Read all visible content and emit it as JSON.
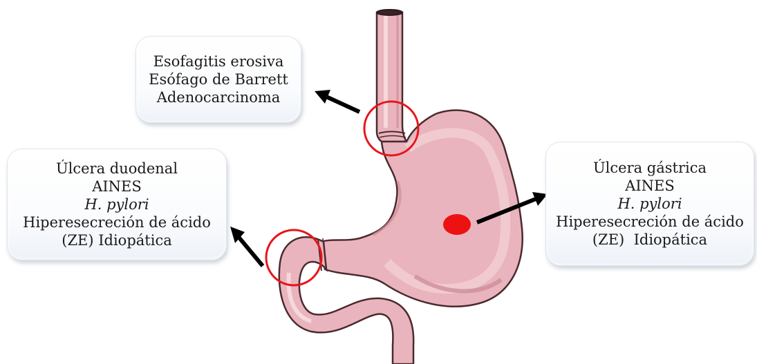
{
  "esophagus_box": {
    "lines": [
      "Esofagitis erosiva",
      "Esófago de Barrett",
      "Adenocarcinoma"
    ]
  },
  "duodenal_box": {
    "lines": [
      "Úlcera duodenal",
      "AINES",
      "H. pylori",
      "Hiperesecreción de ácido",
      "(ZE) Idiopática"
    ]
  },
  "gastric_box": {
    "lines": [
      "Úlcera gástrica",
      "AINES",
      "H. pylori",
      "Hiperesecreción de ácido",
      "(ZE)  Idiopática"
    ]
  },
  "colors": {
    "stomach_fill": "#e9b4bd",
    "stomach_outline": "#4a2a2e",
    "highlight_circle": "#e8141b",
    "lesion_dot": "#ee1111",
    "arrow": "#000000"
  }
}
